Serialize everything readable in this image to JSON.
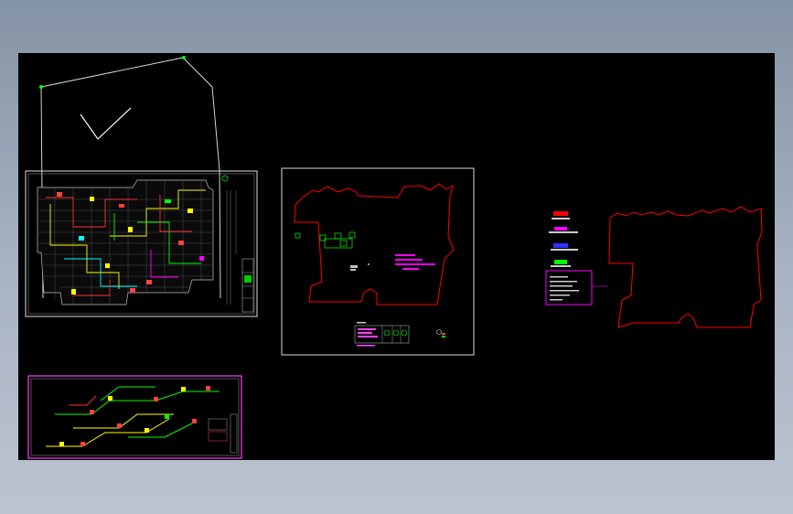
{
  "viewport": {
    "background": "#000000",
    "colors": {
      "white": "#ffffff",
      "red": "#ff0000",
      "green": "#00ff00",
      "magenta": "#ff00ff",
      "blue": "#3030ff",
      "yellow": "#ffff00",
      "cyan": "#00ffff"
    },
    "sheets": [
      {
        "name": "floor-plan-sheet"
      },
      {
        "name": "pipe-isometric-sheet"
      },
      {
        "name": "outline-plan-sheet"
      },
      {
        "name": "legend-outline"
      }
    ],
    "icons": [
      "checkmark-icon",
      "north-arrow-icon"
    ]
  }
}
